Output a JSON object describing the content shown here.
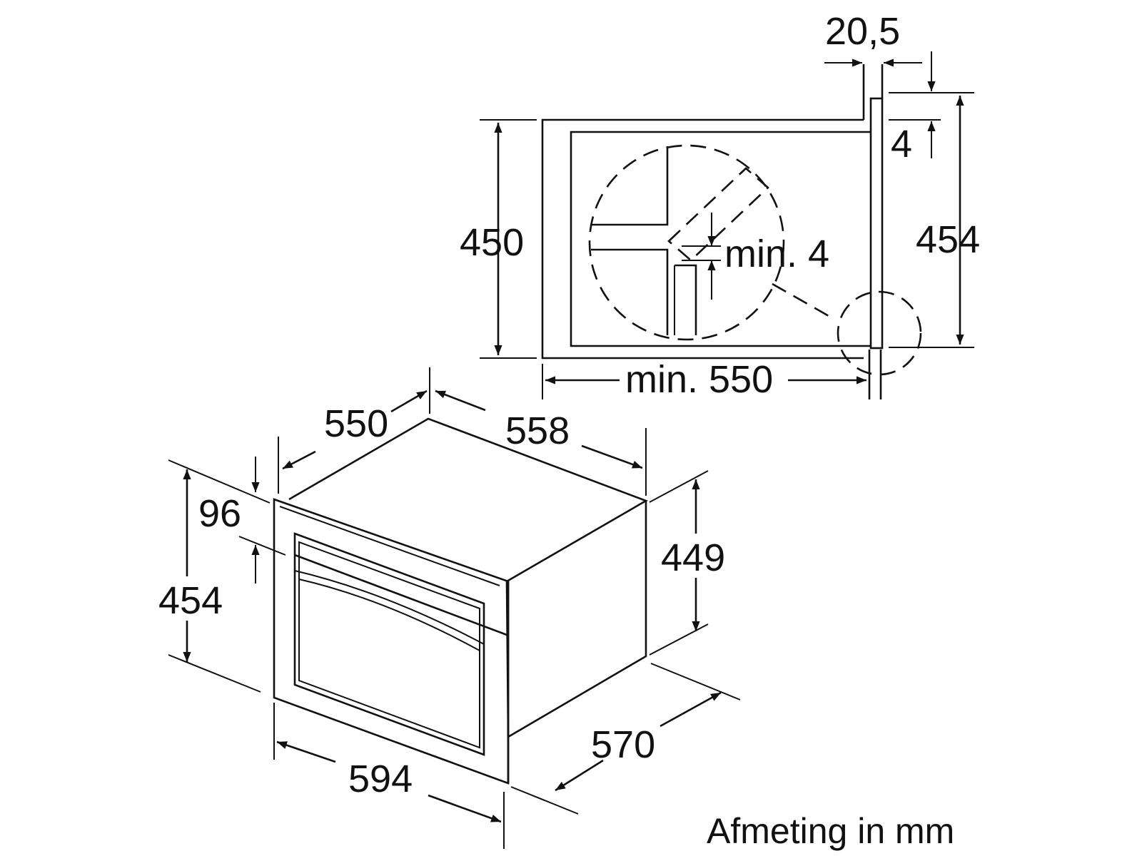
{
  "labels": {
    "side_gap_top": "20,5",
    "side_step": "4",
    "side_height_niche": "450",
    "side_height_unit": "454",
    "side_min_gap": "min. 4",
    "side_min_depth": "min. 550",
    "iso_depth_body": "550",
    "iso_width_body": "558",
    "iso_panel_offset": "96",
    "iso_height_front": "454",
    "iso_height_body": "449",
    "iso_width_front": "594",
    "iso_depth_total": "570",
    "caption": "Afmeting in mm"
  },
  "colors": {
    "line": "#111111",
    "background": "#ffffff"
  }
}
